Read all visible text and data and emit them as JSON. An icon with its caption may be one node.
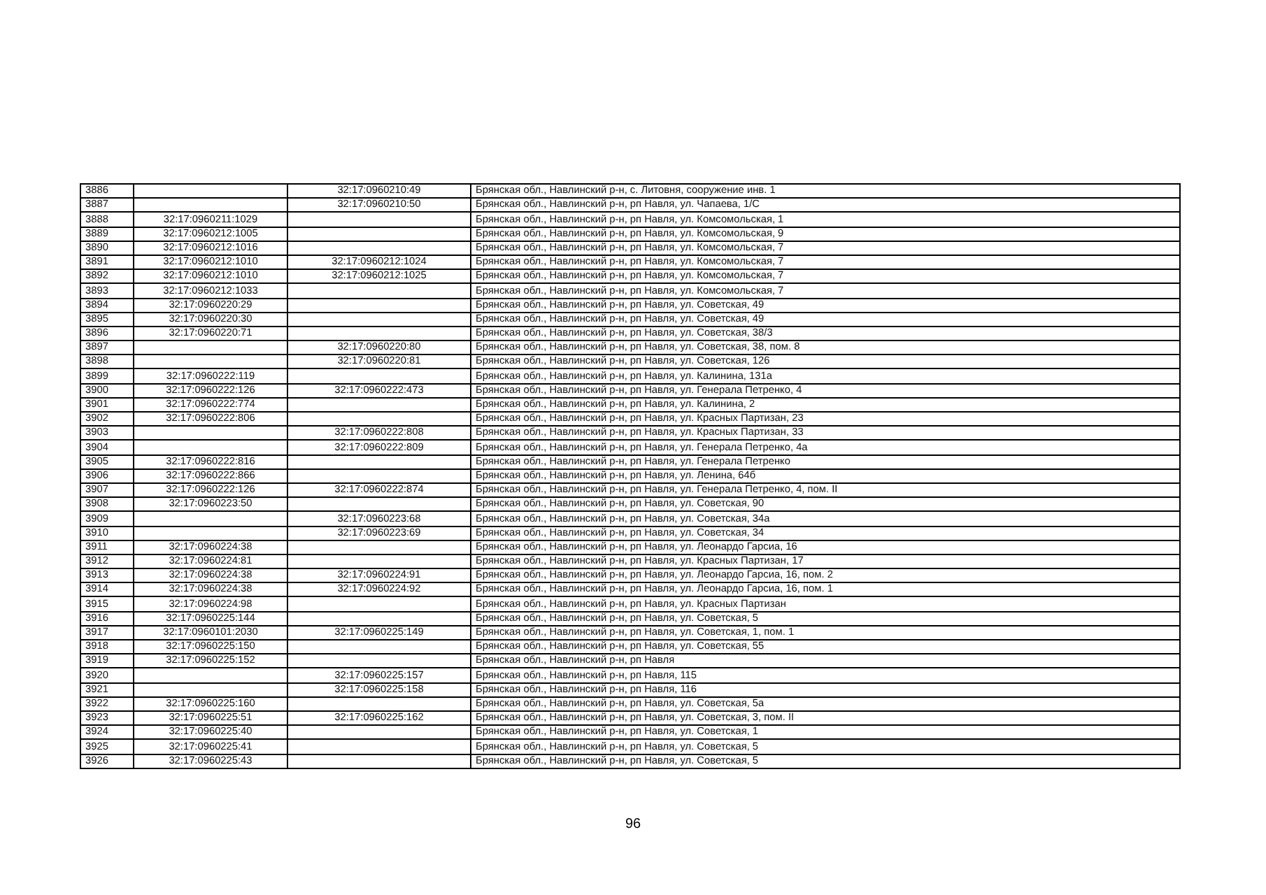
{
  "diagram": {
    "labels": [
      "3886",
      "32:17:0960210:49",
      "Брянская обл., Навлинский р-н, с. Литовня, сооружение инв. 1",
      "3887",
      "32:17:0960210:50",
      "Брянская обл., Навлинский р-н, рп Навля, ул. Чапаева, 1/С",
      "3888",
      "32:17:0960211:1029",
      "Брянская обл., Навлинский р-н, рп Навля, ул. Комсомольская, 1",
      "3889",
      "32:17:0960212:1005",
      "Брянская обл., Навлинский р-н, рп Навля, ул. Комсомольская, 9",
      "3890",
      "32:17:0960212:1016",
      "Брянская обл., Навлинский р-н, рп Навля, ул. Комсомольская, 7",
      "3891",
      "32:17:0960212:1010",
      "32:17:0960212:1024",
      "Брянская обл., Навлинский р-н, рп Навля, ул. Комсомольская, 7",
      "3892",
      "32:17:0960212:1010",
      "32:17:0960212:1025",
      "Брянская обл., Навлинский р-н, рп Навля, ул. Комсомольская, 7",
      "3893",
      "32:17:0960212:1033",
      "Брянская обл., Навлинский р-н, рп Навля, ул. Комсомольская, 7",
      "3894",
      "32:17:0960220:29",
      "Брянская обл., Навлинский р-н, рп Навля, ул. Советская, 49",
      "3895",
      "32:17:0960220:30",
      "Брянская обл., Навлинский р-н, рп Навля, ул. Советская, 49",
      "3896",
      "32:17:0960220:71",
      "Брянская обл., Навлинский р-н, рп Навля, ул. Советская, 38/3",
      "3897",
      "32:17:0960220:80",
      "Брянская обл., Навлинский р-н, рп Навля, ул. Советская, 38, пом. 8",
      "3898",
      "32:17:0960220:81",
      "Брянская обл., Навлинский р-н, рп Навля, ул. Советская, 126",
      "3899",
      "32:17:0960222:119",
      "Брянская обл., Навлинский р-н, рп Навля, ул. Калинина, 131а",
      "3900",
      "32:17:0960222:126",
      "32:17:0960222:473",
      "Брянская обл., Навлинский р-н, рп Навля, ул. Генерала Петренко, 4",
      "3901",
      "32:17:0960222:774",
      "Брянская обл., Навлинский р-н, рп Навля, ул. Калинина, 2",
      "3902",
      "32:17:0960222:806",
      "Брянская обл., Навлинский р-н, рп Навля, ул. Красных Партизан, 23",
      "3903",
      "32:17:0960222:808",
      "Брянская обл., Навлинский р-н, рп Навля, ул. Красных Партизан, 33",
      "3904",
      "32:17:0960222:809",
      "Брянская обл., Навлинский р-н, рп Навля, ул. Генерала Петренко, 4а",
      "3905",
      "32:17:0960222:816",
      "Брянская обл., Навлинский р-н, рп Навля, ул. Генерала Петренко",
      "3906",
      "32:17:0960222:866",
      "Брянская обл., Навлинский р-н, рп Навля, ул. Ленина, 64б",
      "3907",
      "32:17:0960222:126",
      "32:17:0960222:874",
      "Брянская обл., Навлинский р-н, рп Навля, ул. Генерала Петренко, 4, пом. II",
      "3908",
      "32:17:0960223:50",
      "Брянская обл., Навлинский р-н, рп Навля, ул. Советская, 90",
      "3909",
      "32:17:0960223:68",
      "Брянская обл., Навлинский р-н, рп Навля, ул. Советская, 34а",
      "3910",
      "32:17:0960223:69",
      "Брянская обл., Навлинский р-н, рп Навля, ул. Советская, 34",
      "3911",
      "32:17:0960224:38",
      "Брянская обл., Навлинский р-н, рп Навля, ул. Леонардо Гарсиа, 16",
      "3912",
      "32:17:0960224:81",
      "Брянская обл., Навлинский р-н, рп Навля, ул. Красных Партизан, 17",
      "3913",
      "32:17:0960224:38",
      "32:17:0960224:91",
      "Брянская обл., Навлинский р-н, рп Навля, ул. Леонардо Гарсиа, 16, пом. 2",
      "3914",
      "32:17:0960224:38",
      "32:17:0960224:92",
      "Брянская обл., Навлинский р-н, рп Навля, ул. Леонардо Гарсиа, 16, пом. 1",
      "3915",
      "32:17:0960224:98",
      "Брянская обл., Навлинский р-н, рп Навля, ул. Красных Партизан",
      "3916",
      "32:17:0960225:144",
      "Брянская обл., Навлинский р-н, рп Навля, ул. Советская, 5",
      "3917",
      "32:17:0960101:2030",
      "32:17:0960225:149",
      "Брянская обл., Навлинский р-н, рп Навля, ул. Советская, 1, пом. 1",
      "3918",
      "32:17:0960225:150",
      "Брянская обл., Навлинский р-н, рп Навля, ул. Советская, 55",
      "3919",
      "32:17:0960225:152",
      "Брянская обл., Навлинский р-н, рп Навля",
      "3920",
      "32:17:0960225:157",
      "Брянская обл., Навлинский р-н, рп Навля, 115",
      "3921",
      "32:17:0960225:158",
      "Брянская обл., Навлинский р-н, рп Навля, 116",
      "3922",
      "32:17:0960225:160",
      "Брянская обл., Навлинский р-н, рп Навля, ул. Советская, 5а",
      "3923",
      "32:17:0960225:51",
      "32:17:0960225:162",
      "Брянская обл., Навлинский р-н, рп Навля, ул. Советская, 3, пом. II",
      "3924",
      "32:17:0960225:40",
      "Брянская обл., Навлинский р-н, рп Навля, ул. Советская, 1",
      "3925",
      "32:17:0960225:41",
      "Брянская обл., Навлинский р-н, рп Навля, ул. Советская, 5",
      "3926",
      "32:17:0960225:43",
      "Брянская обл., Навлинский р-н, рп Навля, ул. Советская, 5",
      "96"
    ]
  }
}
